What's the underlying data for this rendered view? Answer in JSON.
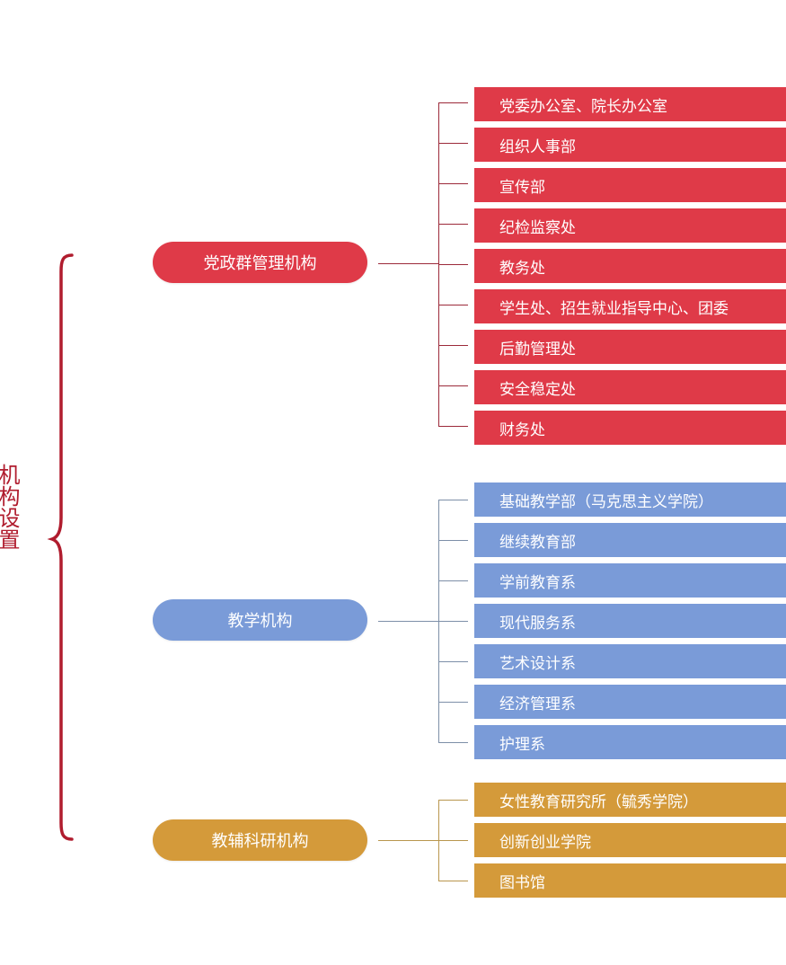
{
  "root": {
    "label": "机构设置",
    "color": "#b01c2e"
  },
  "colors": {
    "red": "#df3a48",
    "red_line": "#9c2a3a",
    "blue": "#7a9bd8",
    "blue_line": "#7d8fa8",
    "gold": "#d49a3a",
    "gold_line": "#b9964e"
  },
  "groups": [
    {
      "label": "党政群管理机构",
      "items": [
        "党委办公室、院长办公室",
        "组织人事部",
        "宣传部",
        "纪检监察处",
        "教务处",
        "学生处、招生就业指导中心、团委",
        "后勤管理处",
        "安全稳定处",
        "财务处"
      ]
    },
    {
      "label": "教学机构",
      "items": [
        "基础教学部（马克思主义学院）",
        "继续教育部",
        "学前教育系",
        "现代服务系",
        "艺术设计系",
        "经济管理系",
        "护理系"
      ]
    },
    {
      "label": "教辅科研机构",
      "items": [
        "女性教育研究所（毓秀学院）",
        "创新创业学院",
        "图书馆"
      ]
    }
  ]
}
